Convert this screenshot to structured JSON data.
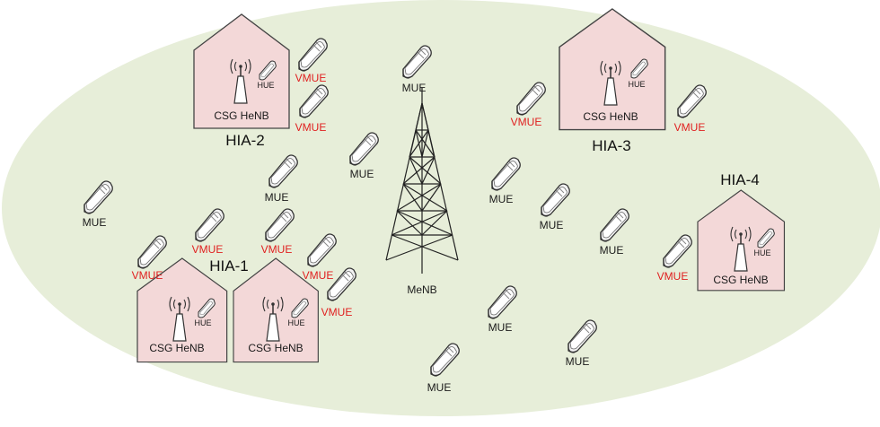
{
  "labels": {
    "mue": "MUE",
    "vmue": "VMUE",
    "hue": "HUE",
    "henb": "CSG HeNB",
    "menb": "MeNB"
  },
  "hia_labels": [
    "HIA-1",
    "HIA-2",
    "HIA-3",
    "HIA-4"
  ],
  "colors": {
    "macro_cell_fill": "#e7eed9",
    "home_fill": "#f3d8d8",
    "home_stroke": "#444444",
    "vmue_text": "#e02020",
    "text": "#1a1a1a"
  },
  "icons": {
    "tower": "lattice-tower-icon",
    "user_equipment": "mobile-phone-icon",
    "femto_base_station": "antenna-base-station-icon"
  }
}
